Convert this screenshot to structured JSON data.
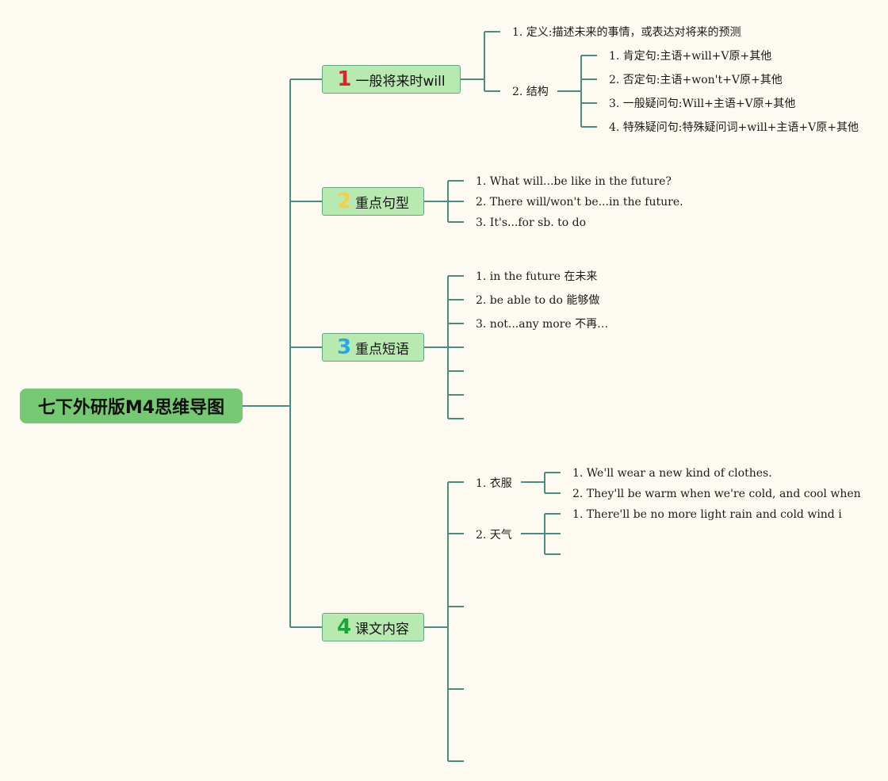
{
  "root": {
    "title": "七下外研版M4思维导图"
  },
  "branches": [
    {
      "num": "1",
      "label": "一般将来时will",
      "items": [
        "1. 定义:描述未来的事情，或表达对将来的预测",
        "2. 结构"
      ],
      "structure_items": [
        "1. 肯定句:主语+will+V原+其他",
        "2. 否定句:主语+won't+V原+其他",
        "3. 一般疑问句:Will+主语+V原+其他",
        "4. 特殊疑问句:特殊疑问词+will+主语+V原+其他"
      ]
    },
    {
      "num": "2",
      "label": "重点句型",
      "items": [
        "1. What will...be like in the future?",
        "2. There will/won't be...in the future.",
        "3. It's...for sb. to do"
      ]
    },
    {
      "num": "3",
      "label": "重点短语",
      "items": [
        "1. in the future 在未来",
        "2. be able to do 能够做",
        "3. not...any more 不再…"
      ]
    },
    {
      "num": "4",
      "label": "课文内容",
      "items": [
        "1. 衣服",
        "2. 天气"
      ],
      "clothes_items": [
        "1. We'll wear a new kind of clothes.",
        "2. They'll be warm when we're cold, and cool when"
      ],
      "weather_items": [
        "1. There'll be no more light rain and cold wind i"
      ]
    }
  ]
}
